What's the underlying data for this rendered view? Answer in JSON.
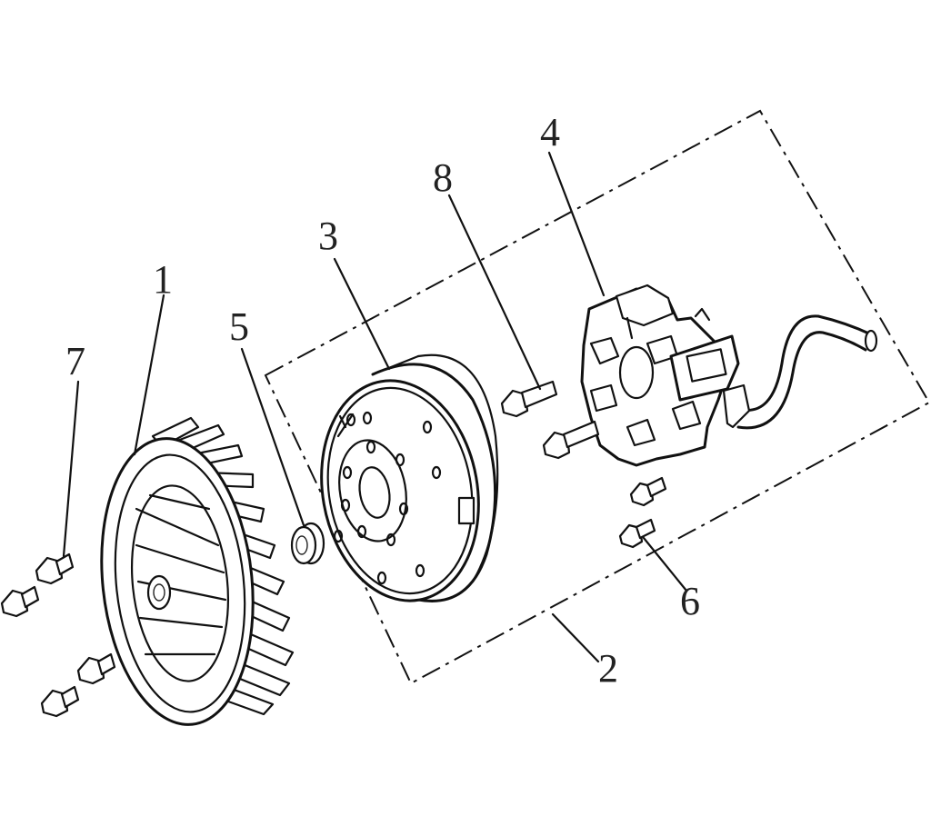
{
  "diagram": {
    "type": "exploded-parts-view",
    "callouts": [
      {
        "id": "1",
        "label": "1",
        "part": "cooling-fan"
      },
      {
        "id": "2",
        "label": "2",
        "part": "magneto-assembly-group"
      },
      {
        "id": "3",
        "label": "3",
        "part": "flywheel-rotor"
      },
      {
        "id": "4",
        "label": "4",
        "part": "stator"
      },
      {
        "id": "5",
        "label": "5",
        "part": "flange-nut"
      },
      {
        "id": "6",
        "label": "6",
        "part": "pickup-bolt"
      },
      {
        "id": "7",
        "label": "7",
        "part": "fan-bolt"
      },
      {
        "id": "8",
        "label": "8",
        "part": "stator-bolt"
      }
    ],
    "colors": {
      "line": "#111111",
      "background": "#ffffff",
      "label": "#222222"
    }
  }
}
